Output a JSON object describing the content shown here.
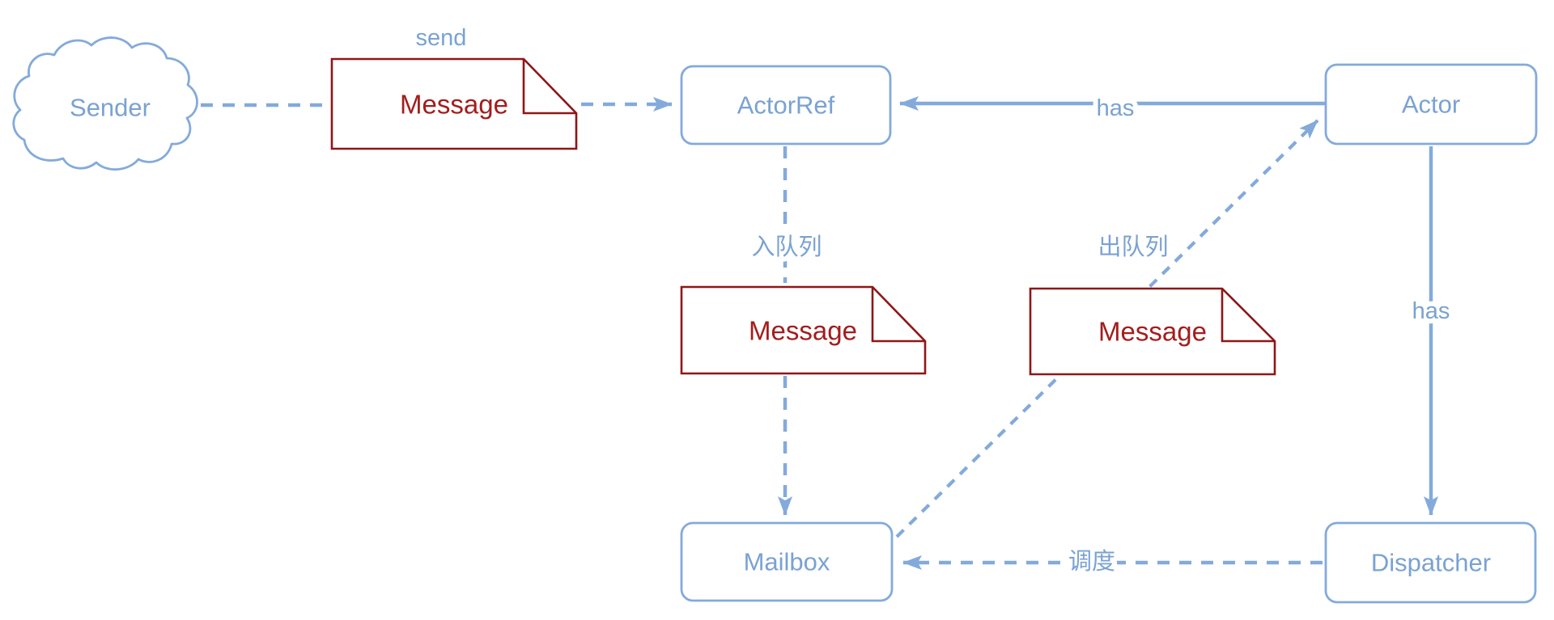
{
  "diagram": {
    "kind": "actor-model-message-flow"
  },
  "colors": {
    "blue": "#83aadb",
    "blue_text": "#7aa2d2",
    "red_border": "#8f1616",
    "red_text": "#a31d1d",
    "bg": "#ffffff"
  },
  "nodes": {
    "sender": {
      "label": "Sender"
    },
    "actor_ref": {
      "label": "ActorRef"
    },
    "actor": {
      "label": "Actor"
    },
    "mailbox": {
      "label": "Mailbox"
    },
    "dispatcher": {
      "label": "Dispatcher"
    }
  },
  "notes": {
    "send_message": {
      "label": "Message"
    },
    "enqueue_message": {
      "label": "Message"
    },
    "dequeue_message": {
      "label": "Message"
    }
  },
  "edge_labels": {
    "send": "send",
    "has_actor_ref": "has",
    "enqueue": "入队列",
    "dequeue": "出队列",
    "has_dispatcher": "has",
    "dispatch": "调度"
  }
}
